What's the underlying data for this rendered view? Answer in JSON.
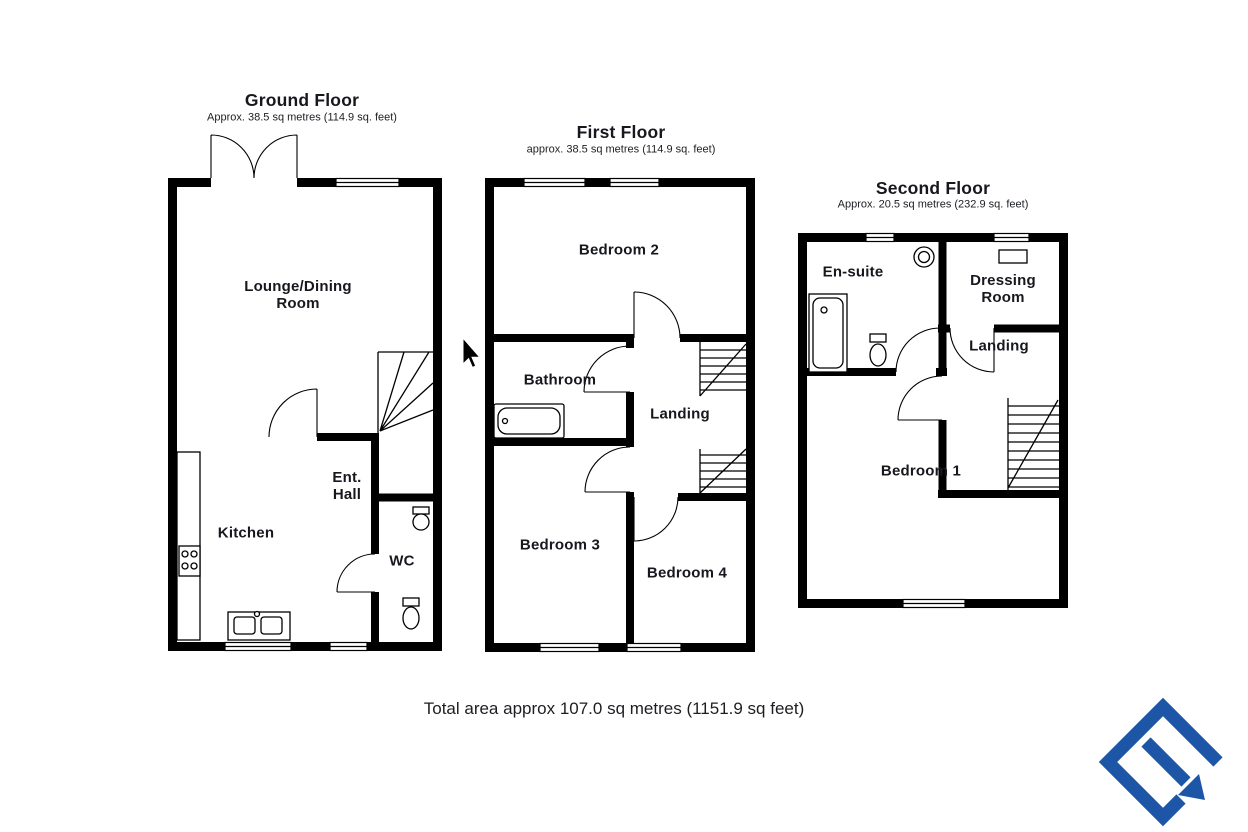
{
  "document": {
    "total_area_label": "Total area approx 107.0 sq metres (1151.9 sq feet)"
  },
  "floors": {
    "ground": {
      "title": "Ground Floor",
      "area": "Approx. 38.5 sq metres (114.9 sq. feet)",
      "rooms": {
        "lounge_dining": "Lounge/Dining Room",
        "ent_hall": "Ent. Hall",
        "kitchen": "Kitchen",
        "wc": "WC"
      }
    },
    "first": {
      "title": "First Floor",
      "area": "approx. 38.5 sq  metres (114.9 sq. feet)",
      "rooms": {
        "bedroom2": "Bedroom 2",
        "bathroom": "Bathroom",
        "landing": "Landing",
        "bedroom3": "Bedroom 3",
        "bedroom4": "Bedroom 4"
      }
    },
    "second": {
      "title": "Second Floor",
      "area": "Approx. 20.5 sq metres (232.9 sq. feet)",
      "rooms": {
        "ensuite": "En-suite",
        "dressing": "Dressing Room",
        "landing": "Landing",
        "bedroom1": "Bedroom 1"
      }
    }
  },
  "icons": {
    "cursor": "mouse-pointer-arrow",
    "logo": "blue-diamond-arrow-brand-mark"
  },
  "colors": {
    "walls": "#000000",
    "text": "#16181d",
    "logo_blue": "#1e56a7",
    "background": "#ffffff"
  }
}
